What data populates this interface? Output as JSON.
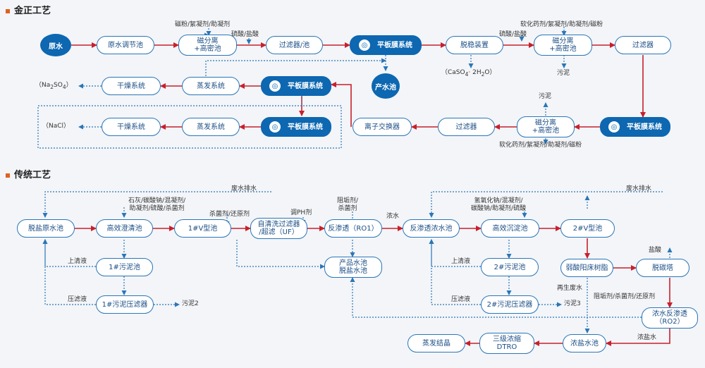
{
  "sections": {
    "top_title": "金正工艺",
    "bottom_title": "传统工艺"
  },
  "top": {
    "raw_water": "原水",
    "adjust_tank": "原水调节池",
    "mag1": "磁分离\n+高密池",
    "filter_tank": "过滤器/池",
    "membrane1": "平板膜系统",
    "desilt": "脱稳装置",
    "mag2": "磁分离\n+高密池",
    "filter2": "过滤器",
    "product_water": "产水池",
    "dry1": "干燥系统",
    "evap1": "蒸发系统",
    "membrane2": "平板膜系统",
    "dry2": "干燥系统",
    "evap2": "蒸发系统",
    "membrane3": "平板膜系统",
    "ion": "离子交换器",
    "filter3": "过滤器",
    "mag3": "磁分离\n+高密池",
    "membrane4": "平板膜系统",
    "lbl_reagent1": "磁粉/絮凝剂/助凝剂",
    "lbl_acid1": "硫酸/盐酸",
    "lbl_reagent2": "软化药剂/絮凝剂/助凝剂/磁粉",
    "lbl_acid2": "硫酸/盐酸",
    "lbl_caso4": "（CaSO",
    "lbl_caso4_sub": "4",
    "lbl_caso4_tail": "· 2H",
    "lbl_caso4_sub2": "2",
    "lbl_caso4_end": "O）",
    "lbl_sludge1": "污泥",
    "lbl_na2so4": "（Na",
    "lbl_na2so4_sub": "2",
    "lbl_na2so4_mid": "SO",
    "lbl_na2so4_sub2": "4",
    "lbl_na2so4_end": "）",
    "lbl_nacl": "（NaCl）",
    "lbl_sludge2": "污泥",
    "lbl_reagent3": "软化药剂/絮凝剂/助凝剂/磁粉"
  },
  "bottom": {
    "desalt_raw": "脱盐原水池",
    "clarifier": "高效澄清池",
    "v1": "1#V型池",
    "uf": "自清洗过滤器\n/超滤（UF）",
    "ro1": "反渗透（RO1）",
    "ro_conc": "反渗透浓水池",
    "hs_settle": "高效沉淀池",
    "v2": "2#V型池",
    "sludge1": "1#污泥池",
    "press1": "1#污泥压滤器",
    "product": "产品水池\n脱盐水池",
    "sludge2": "2#污泥池",
    "press2": "2#污泥压滤器",
    "weak_acid": "弱酸阳床树脂",
    "decarb": "脱碳塔",
    "ro2": "浓水反渗透\n（RO2）",
    "evap": "蒸发结晶",
    "dtro": "三级浓缩\nDTRO",
    "brine": "浓盐水池",
    "lbl_waste1": "废水排水",
    "lbl_waste2": "废水排水",
    "lbl_lime": "石灰/碳酸钠/混凝剂/\n助凝剂/硫酸/杀菌剂",
    "lbl_bactericide": "杀菌剂/还原剂",
    "lbl_ph": "调PH剂",
    "lbl_scale": "阻垢剂/\n杀菌剂",
    "lbl_conc": "浓水",
    "lbl_naoh": "氢氧化钠/混凝剂/\n碳酸钠/助凝剂/硫酸",
    "lbl_supernatant1": "上清液",
    "lbl_filtrate1": "压滤液",
    "lbl_sludge2": "污泥2",
    "lbl_supernatant2": "上清液",
    "lbl_filtrate2": "压滤液",
    "lbl_sludge3": "污泥3",
    "lbl_hcl": "盐酸",
    "lbl_regen": "再生废水",
    "lbl_scale2": "阻垢剂/杀菌剂/还原剂",
    "lbl_brine": "浓盐水"
  },
  "colors": {
    "node_border": "#2a76b8",
    "node_dark": "#0d67b1",
    "arrow_red": "#c8202c",
    "dotted_blue": "#2a76b8"
  }
}
